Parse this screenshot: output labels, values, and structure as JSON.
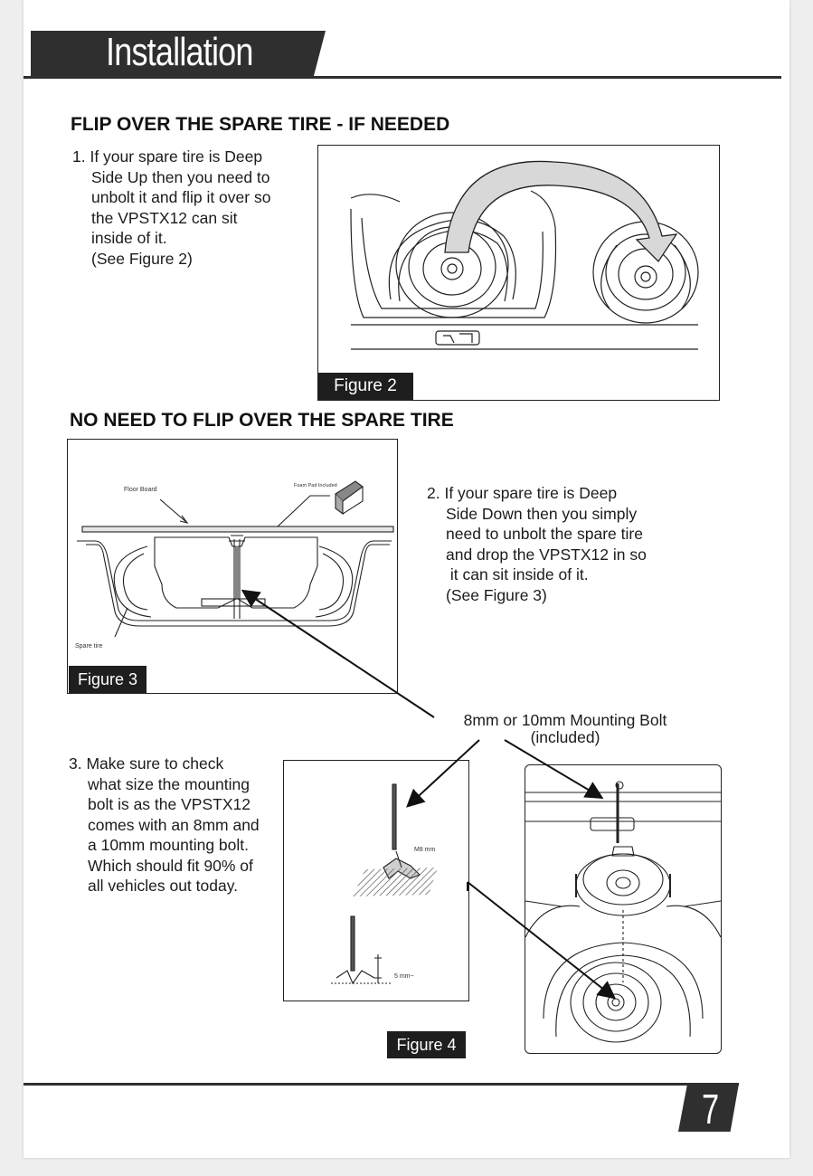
{
  "header": {
    "title": "Installation"
  },
  "section1": {
    "heading": "FLIP OVER THE SPARE TIRE - IF NEEDED",
    "step_lines": [
      "1. If your spare tire is Deep",
      "Side Up then you need to",
      "unbolt it and flip it over so",
      "the VPSTX12 can sit",
      "inside of it.",
      "(See Figure 2)"
    ],
    "figure_label": "Figure 2"
  },
  "section2": {
    "heading": "NO NEED TO FLIP OVER THE SPARE TIRE",
    "step_lines": [
      "2. If your spare tire is Deep",
      "Side Down then you simply",
      "need to unbolt the spare tire",
      "and drop the VPSTX12 in so",
      " it can sit inside of it.",
      "(See Figure 3)"
    ],
    "figure_label": "Figure 3",
    "figure_annotations": {
      "floor_board": "Floor Board",
      "foam_pad": "Foam Pad Included",
      "spare_tire": "Spare tire"
    }
  },
  "section3": {
    "step_lines": [
      "3. Make sure to check",
      "what size the mounting",
      "bolt is as the VPSTX12",
      "comes with an 8mm and",
      "a 10mm mounting bolt.",
      "Which should fit 90% of",
      "all vehicles out today."
    ],
    "callout_line1": "8mm or 10mm Mounting Bolt",
    "callout_line2": "(included)",
    "figure_label": "Figure 4",
    "figure_annotations": {
      "m8": "M8 mm",
      "gap": "5 mm~"
    }
  },
  "footer": {
    "page_number": "7"
  },
  "colors": {
    "dark": "#2f2f30",
    "label_bg": "#1e1e1e",
    "page": "#ffffff",
    "backdrop": "#eeeeef"
  }
}
